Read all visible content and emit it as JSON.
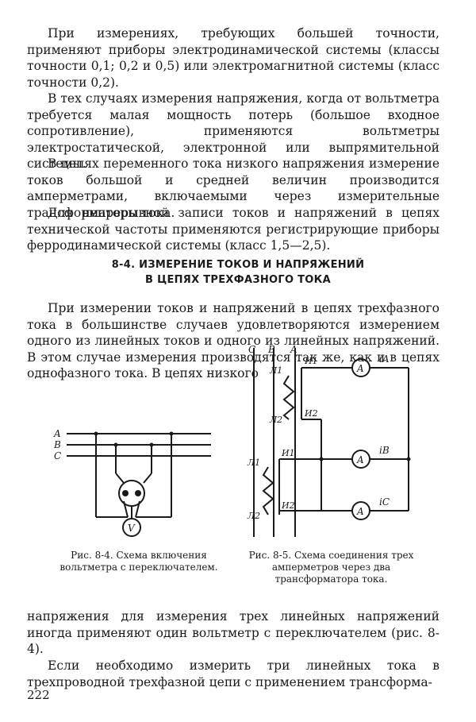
{
  "paragraphs": {
    "p1": "При измерениях, требующих большей точности, применяют приборы электродинамической системы (классы точности 0,1; 0,2 и 0,5) или электромагнитной системы (класс точности 0,2).",
    "p2": "В тех случаях измерения напряжения, когда от вольтметра требуется малая мощность потерь (большое входное сопротивление), применяются вольтметры электростатической, электронной или выпрямительной системы.",
    "p3": "В цепях переменного тока низкого напряжения измерение токов большой и средней величин производится амперметрами, включаемыми через измерительные трансформаторы тока.",
    "p4": "Для непрерывной записи токов и напряжений в цепях технической частоты применяются регистрирующие приборы ферродинамической системы (класс 1,5—2,5).",
    "p5": "При измерении токов и напряжений в цепях трехфазного тока в большинстве случаев удовлетворяются измерением одного из линейных токов и одного из линейных напряжений. В этом случае измерения производятся так же, как и в цепях однофазного тока. В цепях низкого",
    "p6": "напряжения для измерения трех линейных напряжений иногда применяют один вольтметр с переключателем (рис. 8-4).",
    "p7": "Если необходимо измерить три линейных тока в трехпроводной трехфазной цепи с применением трансформа-"
  },
  "section_heading": {
    "line1": "8-4. ИЗМЕРЕНИЕ ТОКОВ И НАПРЯЖЕНИЙ",
    "line2": "В ЦЕПЯХ ТРЕХФАЗНОГО ТОКА"
  },
  "figure_84": {
    "caption": "Рис. 8-4. Схема включения вольтметра с переключателем.",
    "phase_labels": [
      "A",
      "B",
      "C"
    ],
    "meter_label": "V"
  },
  "figure_85": {
    "caption": "Рис. 8-5. Схема соединения трех амперметров через два трансформатора тока.",
    "bus_labels": [
      "C",
      "B",
      "A"
    ],
    "meter_label": "A",
    "current_labels": [
      "iA",
      "iB",
      "iC"
    ],
    "winding_labels": [
      "Л1",
      "Л2",
      "И1",
      "И2"
    ]
  },
  "page_number": "222"
}
